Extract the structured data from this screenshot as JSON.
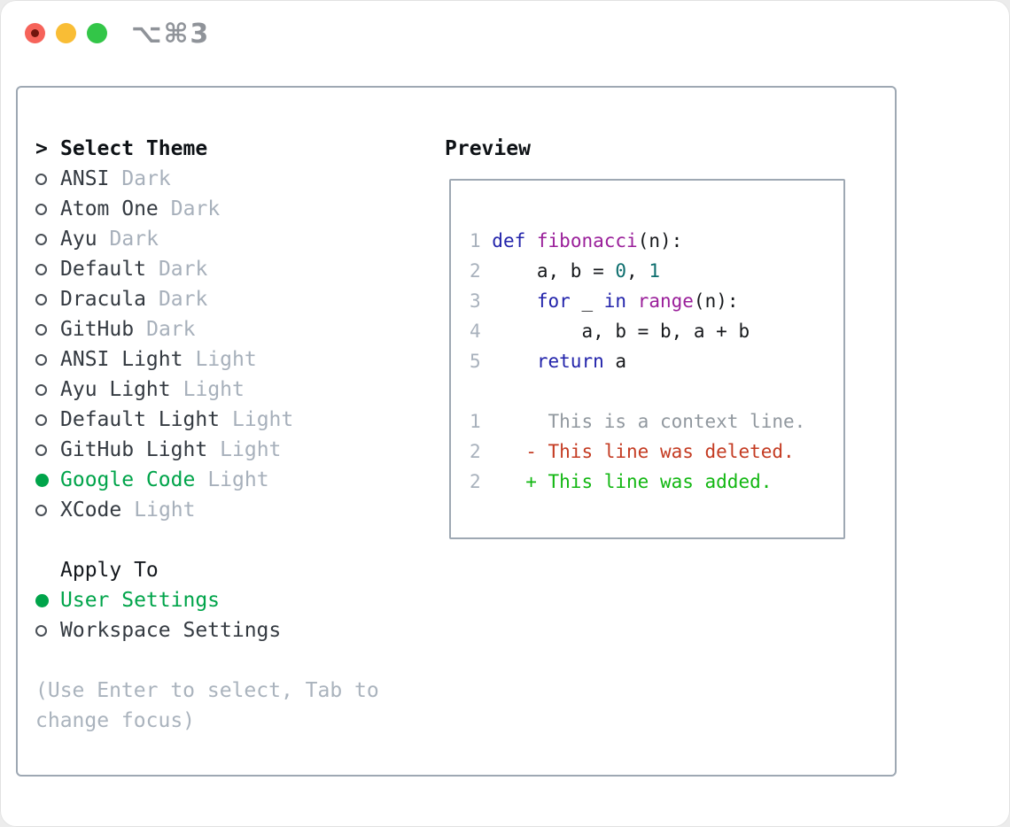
{
  "window": {
    "shortcut": "⌥⌘3"
  },
  "theme_panel": {
    "cursor": ">",
    "heading": "Select Theme",
    "themes": [
      {
        "name": "ANSI",
        "tag": "Dark",
        "selected": false
      },
      {
        "name": "Atom One",
        "tag": "Dark",
        "selected": false
      },
      {
        "name": "Ayu",
        "tag": "Dark",
        "selected": false
      },
      {
        "name": "Default",
        "tag": "Dark",
        "selected": false
      },
      {
        "name": "Dracula",
        "tag": "Dark",
        "selected": false
      },
      {
        "name": "GitHub",
        "tag": "Dark",
        "selected": false
      },
      {
        "name": "ANSI Light",
        "tag": "Light",
        "selected": false
      },
      {
        "name": "Ayu Light",
        "tag": "Light",
        "selected": false
      },
      {
        "name": "Default Light",
        "tag": "Light",
        "selected": false
      },
      {
        "name": "GitHub Light",
        "tag": "Light",
        "selected": false
      },
      {
        "name": "Google Code",
        "tag": "Light",
        "selected": true
      },
      {
        "name": "XCode",
        "tag": "Light",
        "selected": false
      }
    ],
    "apply_heading": "Apply To",
    "apply_options": [
      {
        "name": "User Settings",
        "selected": true
      },
      {
        "name": "Workspace Settings",
        "selected": false
      }
    ],
    "help": "(Use Enter to select, Tab to change focus)"
  },
  "preview": {
    "heading": "Preview",
    "lines": [
      [
        {
          "t": "1 ",
          "c": "ln"
        },
        {
          "t": "def",
          "c": "kw"
        },
        {
          "t": " ",
          "c": "pl"
        },
        {
          "t": "fibonacci",
          "c": "fn"
        },
        {
          "t": "(n):",
          "c": "pl"
        }
      ],
      [
        {
          "t": "2 ",
          "c": "ln"
        },
        {
          "t": "    a, b = ",
          "c": "pl"
        },
        {
          "t": "0",
          "c": "num"
        },
        {
          "t": ", ",
          "c": "pl"
        },
        {
          "t": "1",
          "c": "num"
        }
      ],
      [
        {
          "t": "3 ",
          "c": "ln"
        },
        {
          "t": "    ",
          "c": "pl"
        },
        {
          "t": "for",
          "c": "kw"
        },
        {
          "t": " _ ",
          "c": "pl"
        },
        {
          "t": "in",
          "c": "kw"
        },
        {
          "t": " ",
          "c": "pl"
        },
        {
          "t": "range",
          "c": "fn"
        },
        {
          "t": "(n):",
          "c": "pl"
        }
      ],
      [
        {
          "t": "4 ",
          "c": "ln"
        },
        {
          "t": "        a, b = b, a + b",
          "c": "pl"
        }
      ],
      [
        {
          "t": "5 ",
          "c": "ln"
        },
        {
          "t": "    ",
          "c": "pl"
        },
        {
          "t": "return",
          "c": "kw"
        },
        {
          "t": " a",
          "c": "pl"
        }
      ],
      [],
      [
        {
          "t": "1",
          "c": "ln"
        },
        {
          "t": "      This is a context line.",
          "c": "ctx"
        }
      ],
      [
        {
          "t": "2",
          "c": "ln"
        },
        {
          "t": "    - This line was deleted.",
          "c": "del"
        }
      ],
      [
        {
          "t": "2",
          "c": "ln"
        },
        {
          "t": "    + This line was added.",
          "c": "add"
        }
      ]
    ]
  },
  "colors": {
    "tl-red": "#f6635a",
    "tl-red-dot": "#70150e",
    "tl-yellow": "#f9bd35",
    "tl-green": "#33c648",
    "shortcut": "#8f9399",
    "frame-border": "#9ea8b3",
    "heading": "#0e1216",
    "apply-heading": "#14181d",
    "item": "#343a41",
    "tag": "#a7b0bb",
    "green": "#00a44a",
    "ring": "#4a5057",
    "help": "#aab3bd",
    "ln": "#a8b1bc",
    "kw": "#2324ab",
    "fn": "#9a1f9a",
    "num": "#0d6e6e",
    "plain": "#17191c",
    "ctx": "#91989f",
    "del": "#c43b22",
    "add": "#12b712"
  }
}
